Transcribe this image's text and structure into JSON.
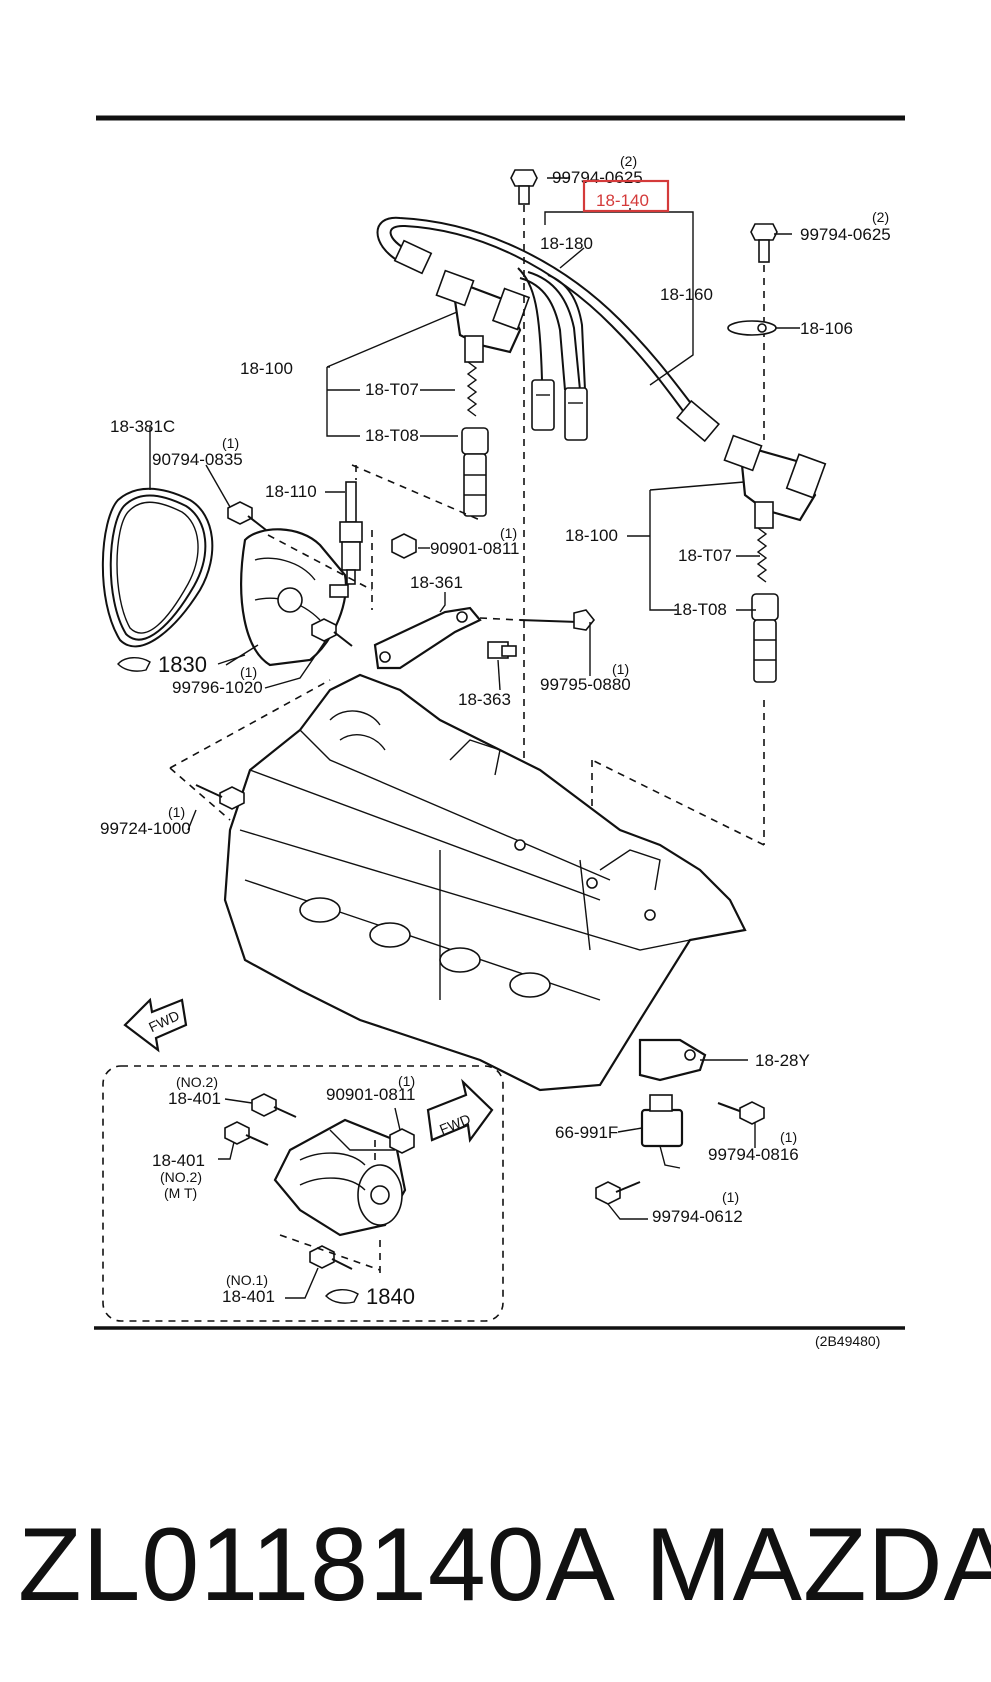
{
  "labels": {
    "bolt_top_qty": "(2)",
    "bolt_top": "99794-0625",
    "cable_set_highlight": "18-140",
    "cable_180": "18-180",
    "cable_160": "18-160",
    "bolt_right_qty": "(2)",
    "bolt_right": "99794-0625",
    "bracket_106": "18-106",
    "coil_left": "18-100",
    "spring_left": "18-T07",
    "boot_left": "18-T08",
    "belt": "18-381C",
    "bolt_0835_qty": "(1)",
    "bolt_0835": "90794-0835",
    "spark_plug": "18-110",
    "nut_0811_qty": "(1)",
    "nut_0811": "90901-0811",
    "coil_right": "18-100",
    "spring_right": "18-T07",
    "boot_right": "18-T08",
    "bracket_361": "18-361",
    "ref_1830": "1830",
    "bolt_1020_qty": "(1)",
    "bolt_1020": "99796-1020",
    "bolt_0880_qty": "(1)",
    "bolt_0880": "99795-0880",
    "sensor_363": "18-363",
    "bolt_1000_qty": "(1)",
    "bolt_1000": "99724-1000",
    "fwd_left": "FWD",
    "bracket_28y": "18-28Y",
    "starter_bolt_a_note": "(NO.2)",
    "starter_bolt_a": "18-401",
    "starter_nut_qty": "(1)",
    "starter_nut": "90901-0811",
    "fwd_inset": "FWD",
    "relay": "66-991F",
    "starter_bolt_b": "18-401",
    "starter_bolt_b_note1": "(NO.2)",
    "starter_bolt_b_note2": "(M T)",
    "bolt_0816_qty": "(1)",
    "bolt_0816": "99794-0816",
    "bolt_0612_qty": "(1)",
    "bolt_0612": "99794-0612",
    "starter_bolt_c_note": "(NO.1)",
    "starter_bolt_c": "18-401",
    "ref_1840": "1840",
    "diagram_code": "(2B49480)"
  },
  "footer": {
    "part_number": "ZL0118140A",
    "brand": "MAZDA"
  },
  "colors": {
    "highlight": "#d43a3a",
    "ink": "#111111"
  }
}
